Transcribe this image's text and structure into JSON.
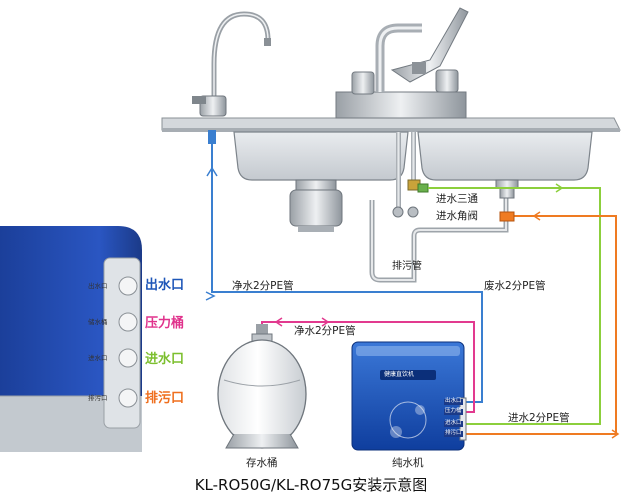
{
  "title": "KL-RO50G/KL-RO75G安装示意图",
  "colors": {
    "clean_water": "#3a7fd0",
    "pressure_tank_line": "#e23a8f",
    "feed_water": "#8ccf3c",
    "waste_water": "#ef7b22",
    "port_outlet": "#1e56b8",
    "port_tank": "#e0338c",
    "port_inlet": "#7cbf2e",
    "port_drain": "#ef6f1e"
  },
  "fittings": {
    "inlet_tee": "进水三通",
    "inlet_angle_valve": "进水角阀",
    "drain_pipe": "排污管"
  },
  "pipes": {
    "clean_to_faucet": "净水2分PE管",
    "clean_to_tank": "净水2分PE管",
    "waste": "废水2分PE管",
    "feed": "进水2分PE管"
  },
  "machine_ports": {
    "outlet": {
      "label": "出水口",
      "small": "出水口"
    },
    "tank": {
      "label": "压力桶",
      "small": "储水桶"
    },
    "inlet": {
      "label": "进水口",
      "small": "进水口"
    },
    "drain": {
      "label": "排污口",
      "small": "排污口"
    }
  },
  "rear_ports": [
    "出水口",
    "压力桶",
    "进水口",
    "排污口"
  ],
  "brand_panel": "健康直饮机",
  "components": {
    "tank": "存水桶",
    "purifier": "纯水机"
  }
}
